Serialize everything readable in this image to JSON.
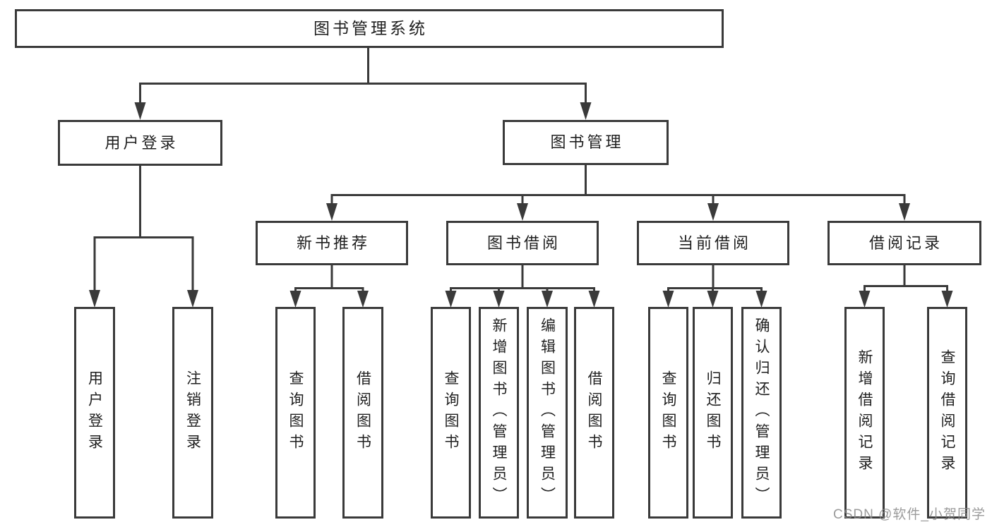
{
  "diagram": {
    "tree": {
      "label": "图书管理系统",
      "children": [
        {
          "label": "用户登录",
          "children": [
            {
              "label": "用户登录"
            },
            {
              "label": "注销登录"
            }
          ]
        },
        {
          "label": "图书管理",
          "children": [
            {
              "label": "新书推荐",
              "children": [
                {
                  "label": "查询图书"
                },
                {
                  "label": "借阅图书"
                }
              ]
            },
            {
              "label": "图书借阅",
              "children": [
                {
                  "label": "查询图书"
                },
                {
                  "label": "新增图书（管理员）"
                },
                {
                  "label": "编辑图书（管理员）"
                },
                {
                  "label": "借阅图书"
                }
              ]
            },
            {
              "label": "当前借阅",
              "children": [
                {
                  "label": "查询图书"
                },
                {
                  "label": "归还图书"
                },
                {
                  "label": "确认归还（管理员）"
                }
              ]
            },
            {
              "label": "借阅记录",
              "children": [
                {
                  "label": "新增借阅记录"
                },
                {
                  "label": "查询借阅记录"
                }
              ]
            }
          ]
        }
      ]
    }
  },
  "watermark": {
    "text": "CSDN @软件_小贺同学"
  },
  "colors": {
    "line": "#3a3a3a",
    "text": "#1f1f1f",
    "background": "#ffffff",
    "watermark": "#8a8a8a"
  }
}
